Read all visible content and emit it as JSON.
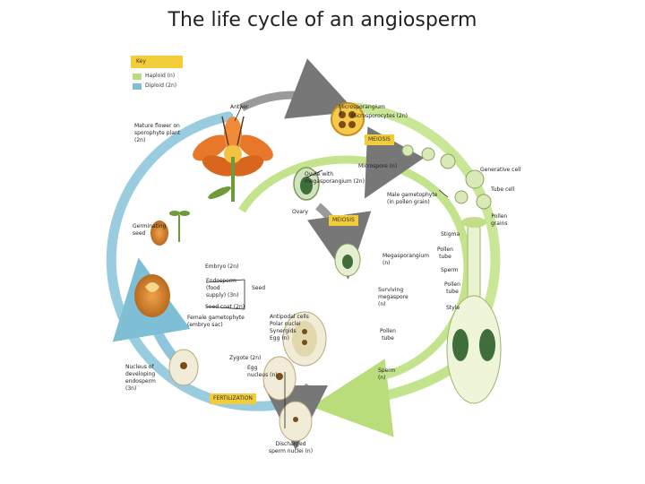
{
  "title": "The life cycle of an angiosperm",
  "key": {
    "header": "Key",
    "haploid": "Haploid (n)",
    "diploid": "Diploid (2n)",
    "colors": {
      "haploid": "#b9dd7a",
      "diploid": "#7fbfd6",
      "box": "#f3cc3a"
    }
  },
  "labels": {
    "anther": "Anther",
    "microsporangium": "Microsporangium",
    "microsporocytes": "Microsporocytes (2n)",
    "mature_flower": "Mature flower on\nsporophyte plant\n(2n)",
    "meiosis_top": "MEIOSIS",
    "microspore": "Microspore (n)",
    "generative_cell": "Generative cell",
    "ovule": "Ovule with\nmegasporangium (2n)",
    "tube_cell": "Tube cell",
    "male_gametophyte": "Male gametophyte\n(in pollen grain)",
    "ovary": "Ovary",
    "pollen_grains": "Pollen\ngrains",
    "meiosis_mid": "MEIOSIS",
    "germinating_seed": "Germinating\nseed",
    "stigma": "Stigma",
    "pollen_tube_1": "Pollen\ntube",
    "megasporangium": "Megasporangium\n(n)",
    "embryo": "Embryo (2n)",
    "sperm_right": "Sperm",
    "endosperm": "Endosperm\n(food\nsupply) (3n)",
    "seed": "Seed",
    "surviving_megaspore": "Surviving\nmegaspore\n(n)",
    "pollen_tube_2": "Pollen\ntube",
    "seed_coat": "Seed coat (2n)",
    "style": "Style",
    "female_gametophyte": "Female gametophyte\n(embryo sac)",
    "antipodal": "Antipodal cells\nPolar nuclei\nSynergids\nEgg (n)",
    "pollen_tube_3": "Pollen\ntube",
    "zygote": "Zygote (2n)",
    "nucleus_endosperm": "Nucleus of\ndeveloping\nendosperm\n(3n)",
    "egg_nucleus": "Egg\nnucleus (n)",
    "sperm_bottom": "Sperm\n(n)",
    "fertilization": "FERTILIZATION",
    "discharged_sperm": "Discharged\nsperm nuclei (n)"
  }
}
